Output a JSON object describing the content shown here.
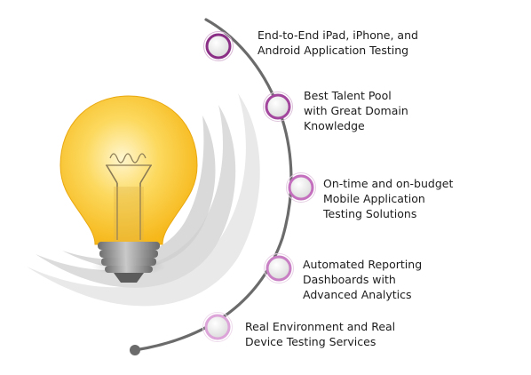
{
  "features": [
    {
      "id": "ipad-iphone-android",
      "text": "End-to-End iPad, iPhone, and\nAndroid Application Testing",
      "ring_color": "#8b2f86"
    },
    {
      "id": "talent-pool",
      "text": "Best Talent Pool\nwith Great Domain\nKnowledge",
      "ring_color": "#a3469d"
    },
    {
      "id": "on-time-budget",
      "text": "On-time and on-budget\nMobile Application\nTesting Solutions",
      "ring_color": "#c470be"
    },
    {
      "id": "automated-reporting",
      "text": "Automated Reporting\nDashboards with\nAdvanced Analytics",
      "ring_color": "#c97fc3"
    },
    {
      "id": "real-environment",
      "text": "Real Environment and Real\nDevice Testing Services",
      "ring_color": "#dca4d8"
    }
  ],
  "colors": {
    "arc": "#6b6b6b",
    "bulb_glass": "#f6b719",
    "bulb_highlight": "#fff6cf",
    "bulb_base": "#9b9b9b"
  },
  "icons": {
    "bulb": "light-bulb-icon",
    "node": "circle-node-icon"
  }
}
